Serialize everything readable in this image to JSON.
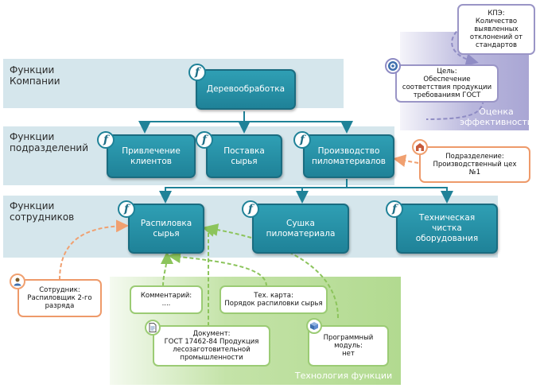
{
  "bands": {
    "company": "Функции\nКомпании",
    "department": "Функции\nподразделений",
    "employee": "Функции\nсотрудников"
  },
  "panels": {
    "efficiency": "Оценка\nэффективности",
    "technology": "Технология функции"
  },
  "functions": {
    "woodworking": "Деревообработка",
    "client_attraction": "Привлечение\nклиентов",
    "raw_supply": "Поставка\nсырья",
    "lumber_production": "Производство\nпиломатериалов",
    "raw_sawing": "Распиловка\nсырья",
    "lumber_drying": "Сушка\nпиломатериала",
    "equipment_cleaning": "Техническая\nчистка\nоборудования"
  },
  "notes": {
    "kpi": "КПЭ:\nКоличество\nвыявленных\nотклонений от\nстандартов",
    "goal": "Цель:\nОбеспечение\nсоответствия продукции\nтребованиям ГОСТ",
    "department": "Подразделение:\nПроизводственный цех\n№1",
    "employee": "Сотрудник:\nРаспиловщик 2-го\nразряда",
    "comment": "Комментарий:\n....",
    "tech_card": "Тех. карта:\nПорядок распиловки сырья",
    "document": "Документ:\nГОСТ 17462-84 Продукция\nлесозаготовительной\nпромышленности",
    "software": "Программный\nмодуль:\nнет"
  },
  "icons": {
    "function": "f",
    "goal": "target-icon",
    "department": "building-icon",
    "employee": "person-icon",
    "document": "document-icon",
    "software": "cube-icon"
  },
  "colors": {
    "function_fill": "#2896ad",
    "band": "#d5e6ec",
    "efficiency_panel": "#b9b7dd",
    "technology_panel": "#b7dc98",
    "green_link": "#8cc45c",
    "orange_link": "#f0a070",
    "purple_link": "#8f8cc4"
  }
}
